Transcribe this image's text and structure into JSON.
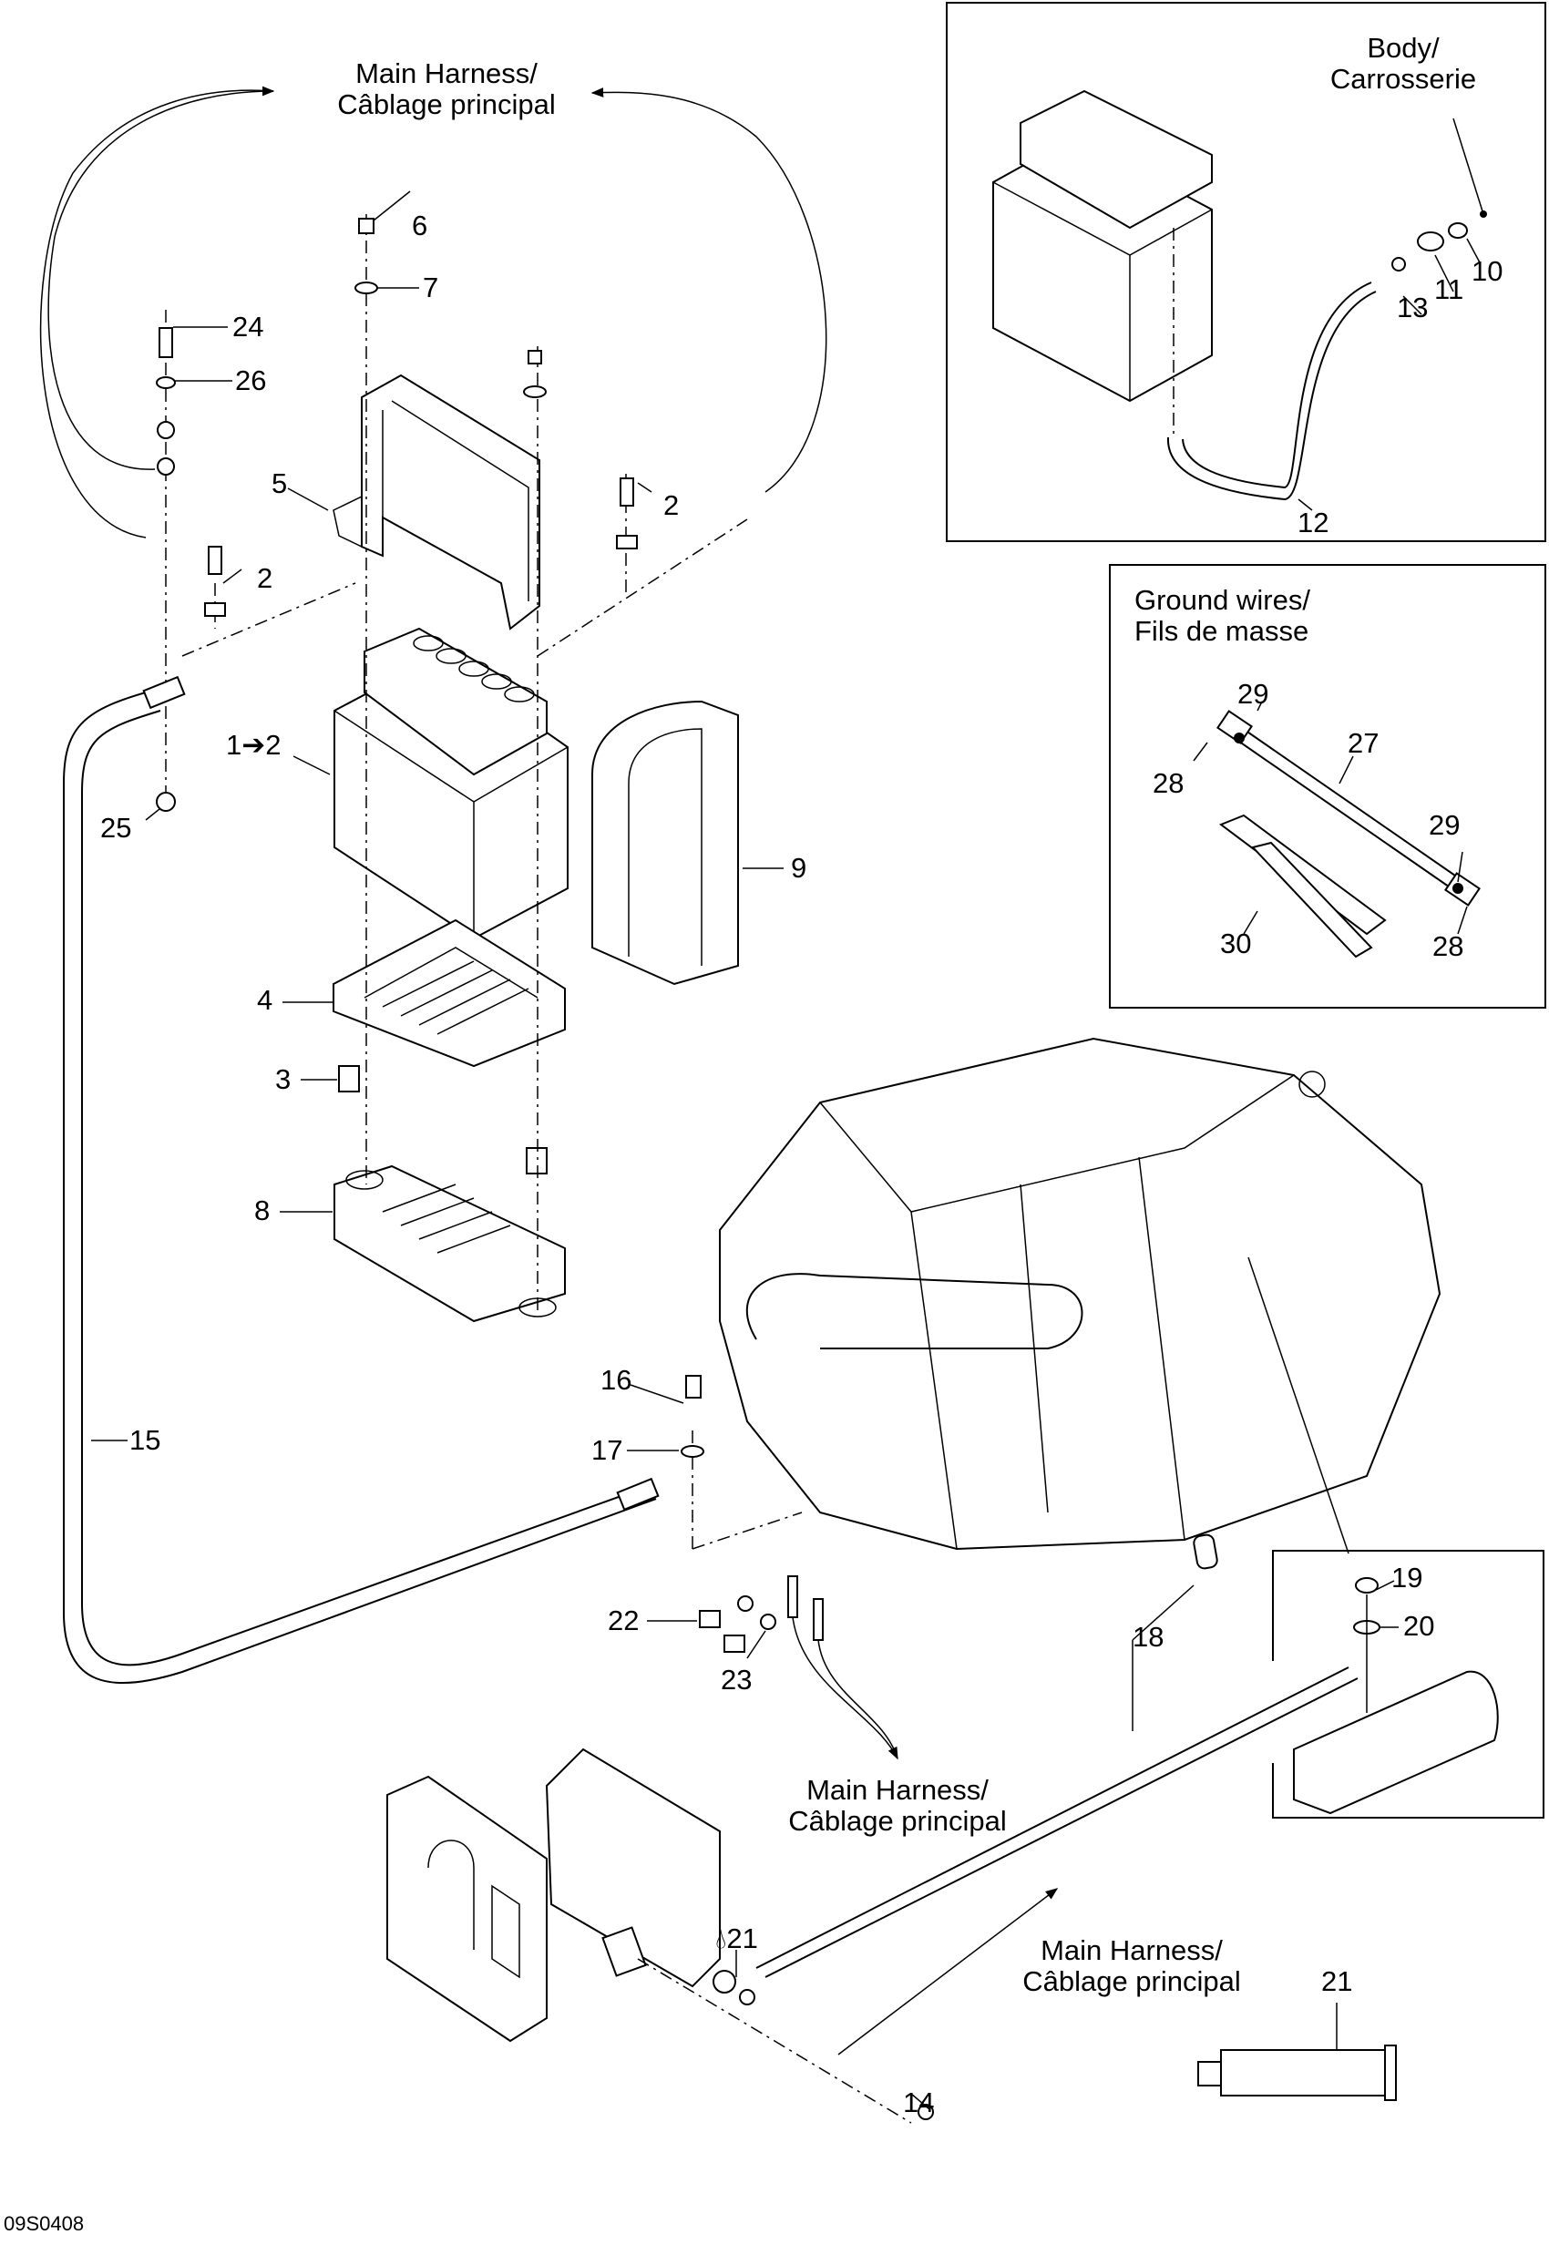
{
  "figure_code": "09S0408",
  "notes": {
    "main_harness_top": [
      "Main Harness/",
      "Câblage principal"
    ],
    "main_harness_middle": [
      "Main Harness/",
      "Câblage principal"
    ],
    "main_harness_lower": [
      "Main Harness/",
      "Câblage principal"
    ],
    "body": [
      "Body/",
      "Carrosserie"
    ],
    "ground_wires": [
      "Ground wires/",
      "Fils de masse"
    ]
  },
  "callouts": {
    "c1_2": "1➔2",
    "c2a": "2",
    "c2b": "2",
    "c3": "3",
    "c4": "4",
    "c5": "5",
    "c6": "6",
    "c7": "7",
    "c8": "8",
    "c9": "9",
    "c10": "10",
    "c11": "11",
    "c12": "12",
    "c13": "13",
    "c14": "14",
    "c15": "15",
    "c16": "16",
    "c17": "17",
    "c18": "18",
    "c19": "19",
    "c20": "20",
    "c21a": "21",
    "c21b": "21",
    "c22": "22",
    "c23": "23",
    "c24": "24",
    "c25": "25",
    "c26": "26",
    "c27": "27",
    "c28a": "28",
    "c28b": "28",
    "c29a": "29",
    "c29b": "29",
    "c30": "30"
  },
  "symbols": {
    "apply_drop": "drop-icon",
    "arrow": "arrow-right-icon"
  }
}
